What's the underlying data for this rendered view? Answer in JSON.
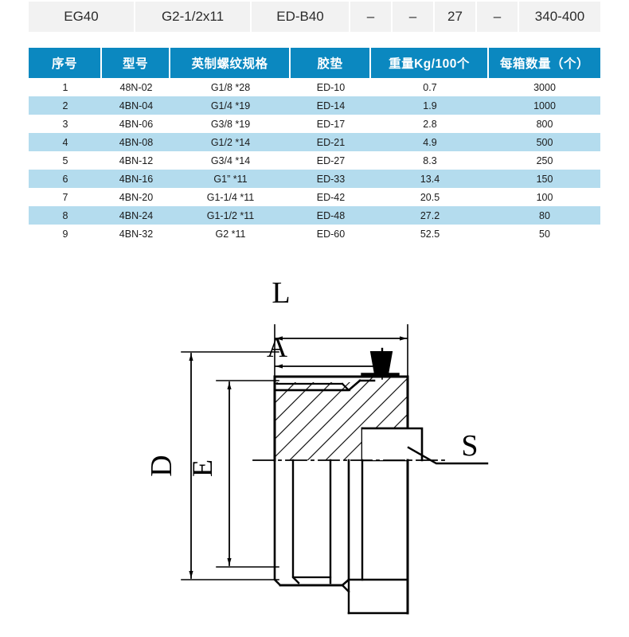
{
  "partial_row": {
    "cells": [
      "EG40",
      "G2-1/2x11",
      "ED-B40",
      "–",
      "–",
      "27",
      "–",
      "340-400"
    ]
  },
  "spec_table": {
    "headers": [
      "序号",
      "型号",
      "英制螺纹规格",
      "胶垫",
      "重量Kg/100个",
      "每箱数量（个）"
    ],
    "rows": [
      [
        "1",
        "48N-02",
        "G1/8 *28",
        "ED-10",
        "0.7",
        "3000"
      ],
      [
        "2",
        "4BN-04",
        "G1/4 *19",
        "ED-14",
        "1.9",
        "1000"
      ],
      [
        "3",
        "4BN-06",
        "G3/8 *19",
        "ED-17",
        "2.8",
        "800"
      ],
      [
        "4",
        "4BN-08",
        "G1/2 *14",
        "ED-21",
        "4.9",
        "500"
      ],
      [
        "5",
        "4BN-12",
        "G3/4 *14",
        "ED-27",
        "8.3",
        "250"
      ],
      [
        "6",
        "4BN-16",
        "G1” *11",
        "ED-33",
        "13.4",
        "150"
      ],
      [
        "7",
        "4BN-20",
        "G1-1/4 *11",
        "ED-42",
        "20.5",
        "100"
      ],
      [
        "8",
        "4BN-24",
        "G1-1/2 *11",
        "ED-48",
        "27.2",
        "80"
      ],
      [
        "9",
        "4BN-32",
        "G2 *11",
        "ED-60",
        "52.5",
        "50"
      ]
    ],
    "header_color": "#0b88c0",
    "stripe_color": "#b4dcee"
  },
  "drawing": {
    "labels": {
      "length_overall": "L",
      "length_thread": "A",
      "diameter_outer": "D",
      "diameter_inner": "E",
      "seal_callout": "S"
    }
  }
}
